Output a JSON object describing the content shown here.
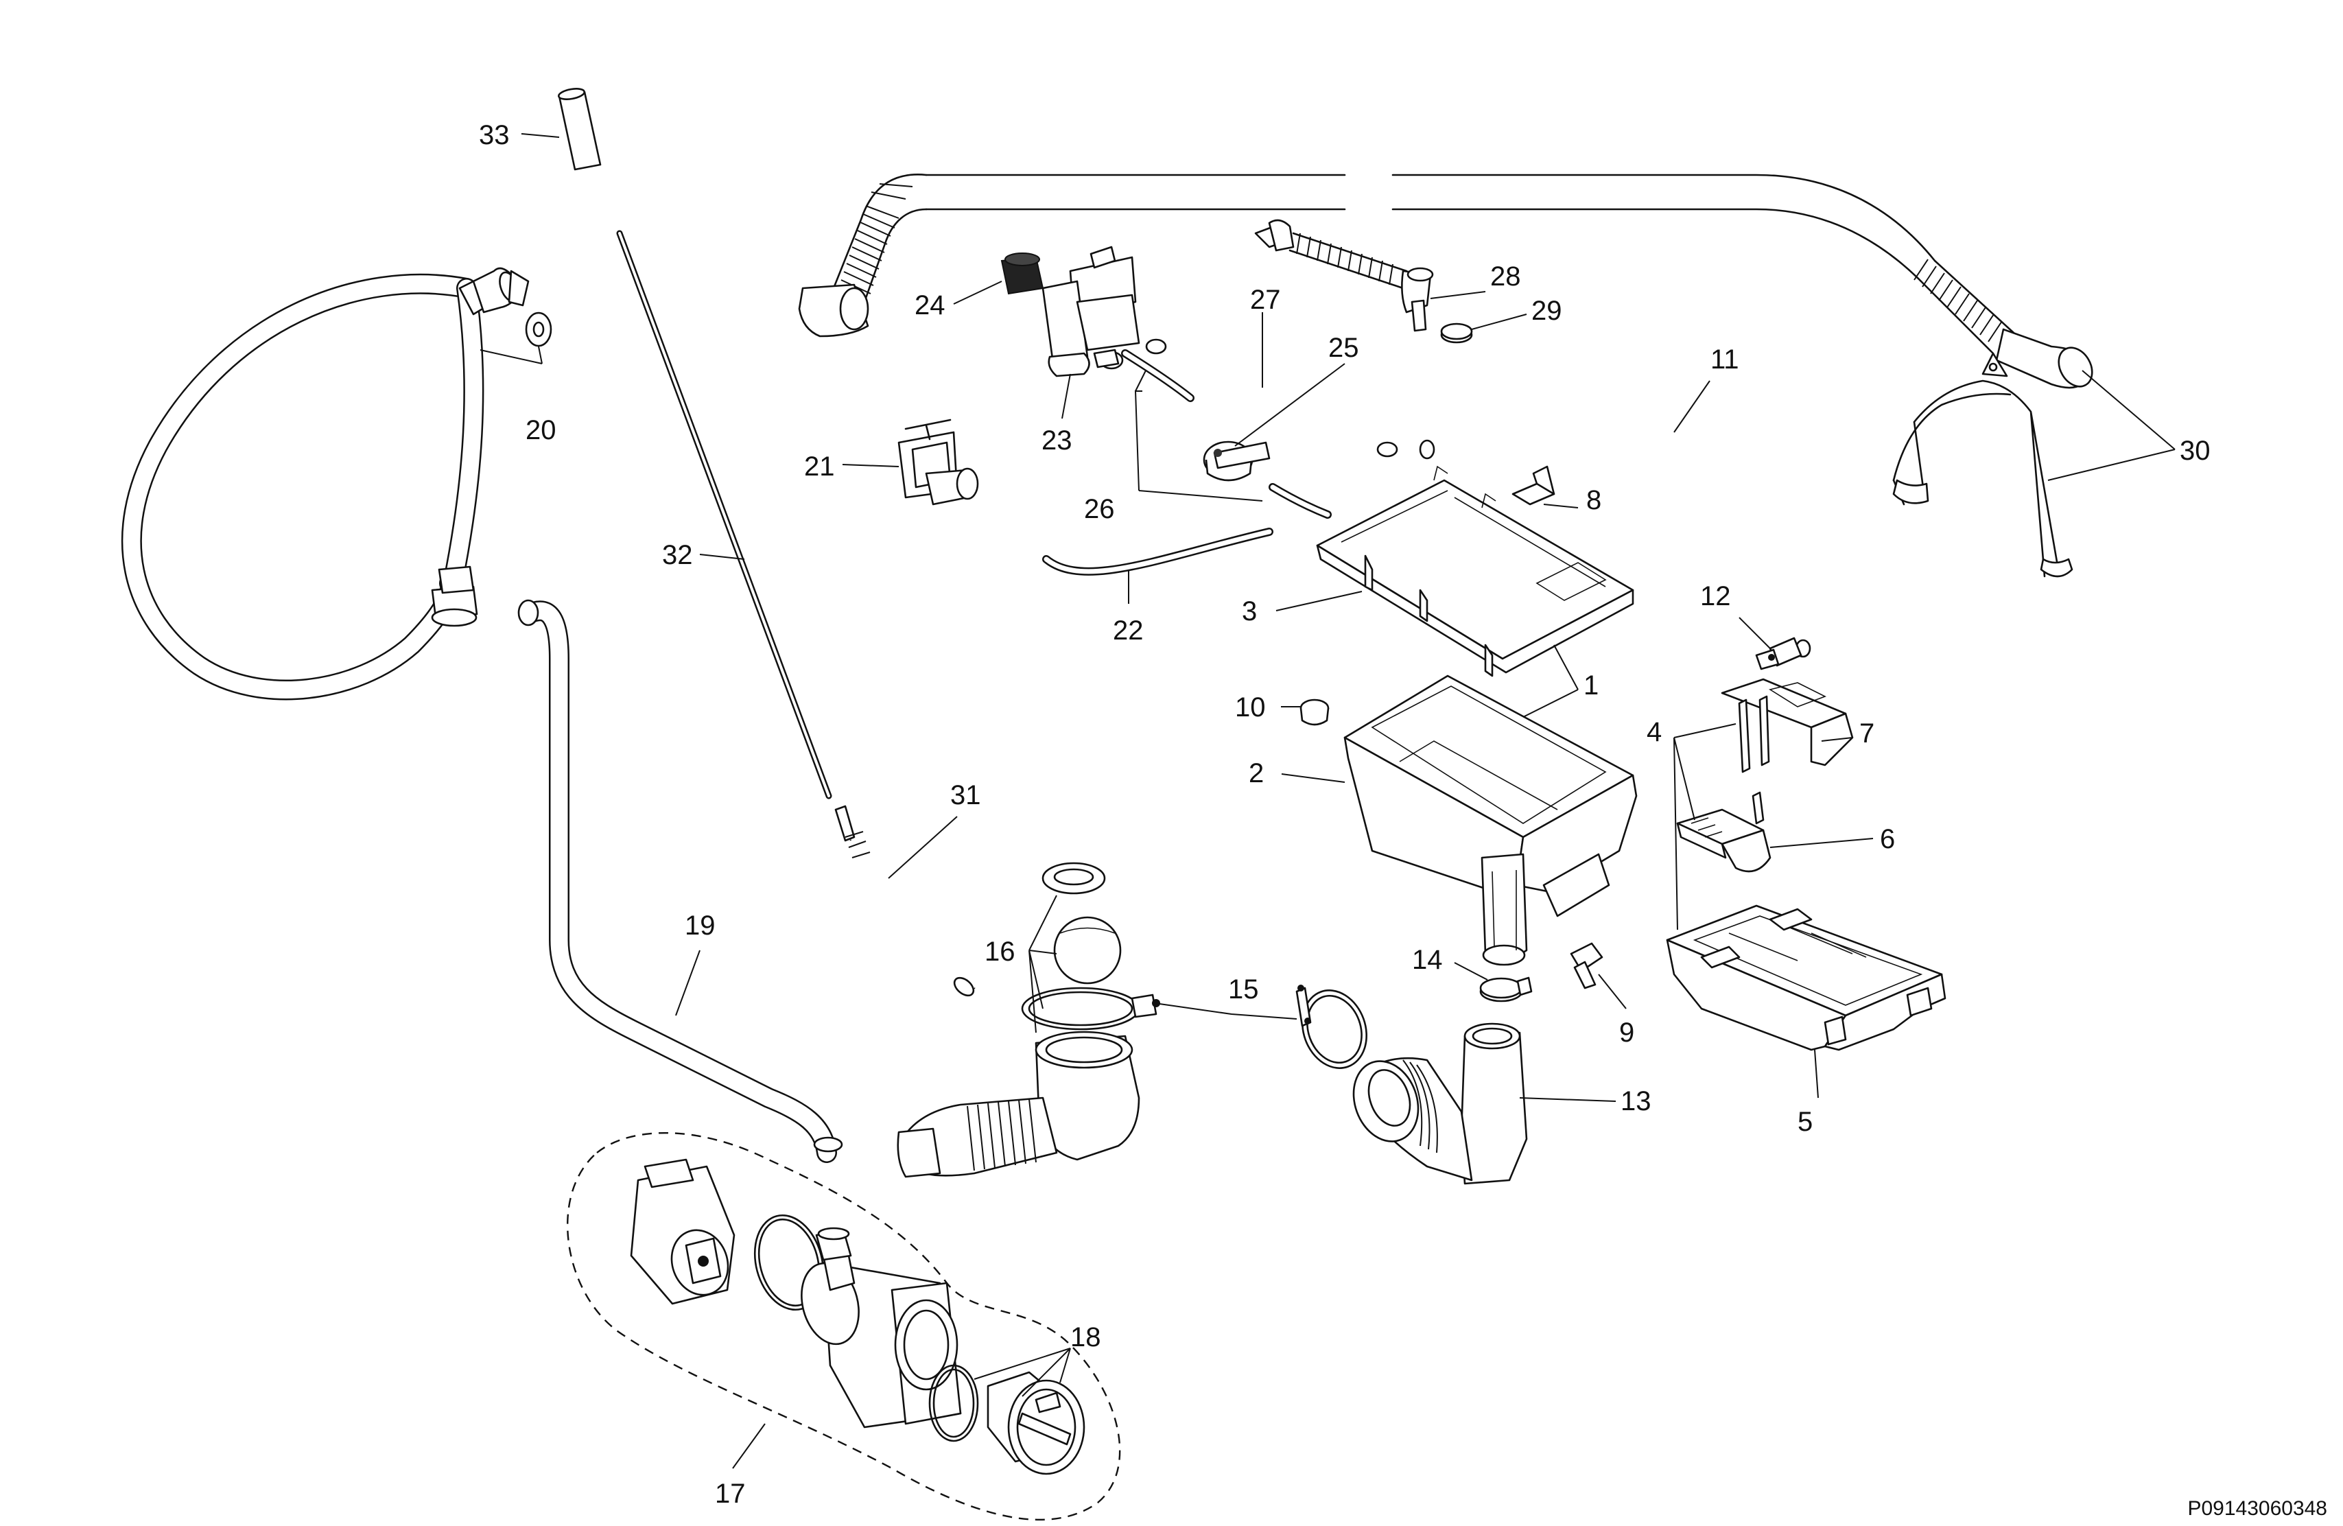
{
  "figure_ref": "P09143060348",
  "callouts": {
    "c1": "1",
    "c2": "2",
    "c3": "3",
    "c4": "4",
    "c5": "5",
    "c6": "6",
    "c7": "7",
    "c8": "8",
    "c9": "9",
    "c10": "10",
    "c11": "11",
    "c12": "12",
    "c13": "13",
    "c14": "14",
    "c15": "15",
    "c16": "16",
    "c17": "17",
    "c18": "18",
    "c19": "19",
    "c20": "20",
    "c21": "21",
    "c22": "22",
    "c23": "23",
    "c24": "24",
    "c25": "25",
    "c26": "26",
    "c27": "27",
    "c28": "28",
    "c29": "29",
    "c30": "30",
    "c31": "31",
    "c32": "32",
    "c33": "33"
  }
}
